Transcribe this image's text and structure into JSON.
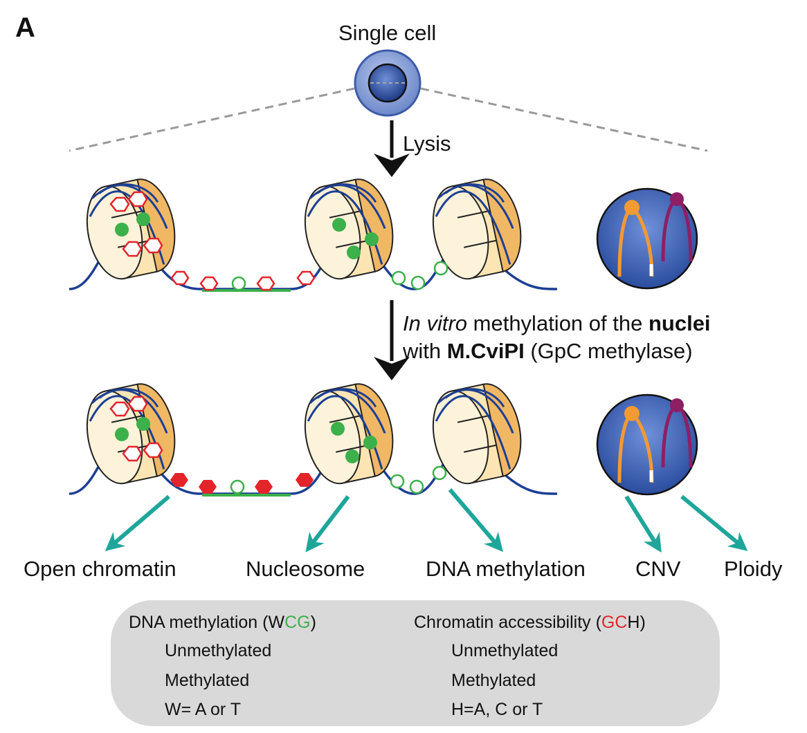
{
  "panel_label": "A",
  "single_cell_label": "Single cell",
  "lysis_label": "Lysis",
  "methylation_step": {
    "italic": "In vitro",
    "text1": " methylation of the ",
    "bold1": "nuclei",
    "text2": "with ",
    "bold2": "M.CviPI",
    "text3": " (GpC methylase)"
  },
  "outputs": [
    "Open chromatin",
    "Nucleosome",
    "DNA methylation",
    "CNV",
    "Ploidy"
  ],
  "legend": {
    "dna_methylation": {
      "title_prefix": "DNA methylation (W",
      "title_colored": "CG",
      "title_suffix": ")",
      "unmethylated": "Unmethylated",
      "methylated": "Methylated",
      "note": "W= A or T"
    },
    "chromatin_accessibility": {
      "title_prefix": "Chromatin accessibility (",
      "title_colored": "GC",
      "title_suffix": "H)",
      "unmethylated": "Unmethylated",
      "methylated": "Methylated",
      "note": "H=A, C or T"
    }
  },
  "colors": {
    "dna_strand": "#1c3f94",
    "linker_highlight": "#3cb04a",
    "cpg_green": "#3cb04a",
    "gpc_red": "#e3242b",
    "arrow_teal": "#1fa69b",
    "nucleosome_fill": "#f5c87a",
    "nucleus_blue": "#3d62b5",
    "chromosome_orange": "#f39a33",
    "chromosome_purple": "#8e1f63"
  }
}
